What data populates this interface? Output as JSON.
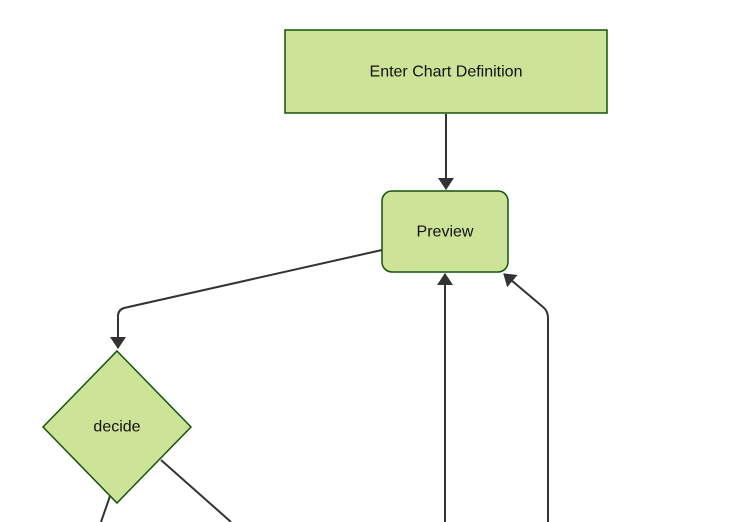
{
  "diagram": {
    "type": "flowchart",
    "direction": "top-down",
    "nodes": [
      {
        "id": "A",
        "label": "Enter Chart Definition",
        "shape": "rectangle"
      },
      {
        "id": "B",
        "label": "Preview",
        "shape": "rounded-rectangle"
      },
      {
        "id": "C",
        "label": "decide",
        "shape": "diamond"
      }
    ],
    "edges": [
      {
        "from": "Enter Chart Definition",
        "to": "Preview",
        "arrow": true
      },
      {
        "from": "Preview",
        "to": "decide",
        "arrow": true
      },
      {
        "from": "offscreen-bottom",
        "to": "Preview",
        "arrow": true,
        "note": "vertical return arrow into bottom of Preview"
      },
      {
        "from": "offscreen-bottom",
        "to": "Preview",
        "arrow": true,
        "note": "angled return arrow into bottom-right of Preview"
      },
      {
        "from": "decide",
        "to": "offscreen-bottom-left",
        "arrow": false
      },
      {
        "from": "decide",
        "to": "offscreen-bottom-right",
        "arrow": false
      }
    ]
  },
  "colors": {
    "background": "#ffffff",
    "node_fill": "#cde498",
    "node_border": "#13540c",
    "edge_color": "#333333",
    "text_color": "#111111"
  }
}
